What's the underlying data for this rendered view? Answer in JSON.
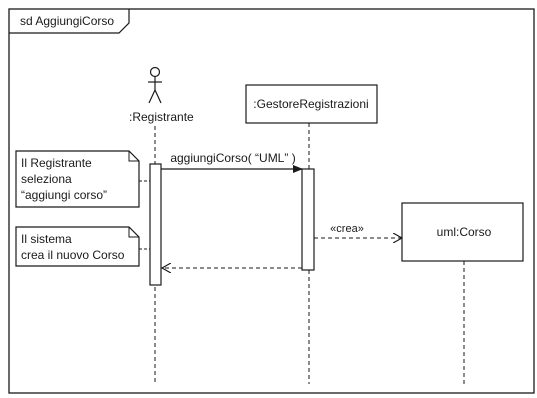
{
  "frame": {
    "title": "sd AggiungiCorso"
  },
  "lifelines": {
    "registrante": {
      "label": ":Registrante"
    },
    "gestore": {
      "label": ":GestoreRegistrazioni"
    },
    "corso": {
      "label": "uml:Corso"
    }
  },
  "messages": {
    "call": {
      "label": "aggiungiCorso( “UML” )"
    },
    "create": {
      "label": "«crea»"
    }
  },
  "notes": {
    "note1": {
      "lines": [
        "Il Registrante",
        "seleziona",
        "“aggiungi corso”"
      ]
    },
    "note2": {
      "lines": [
        "Il sistema",
        "crea il nuovo Corso"
      ]
    }
  },
  "colors": {
    "ink": "#1a1a1a",
    "background": "#ffffff"
  }
}
